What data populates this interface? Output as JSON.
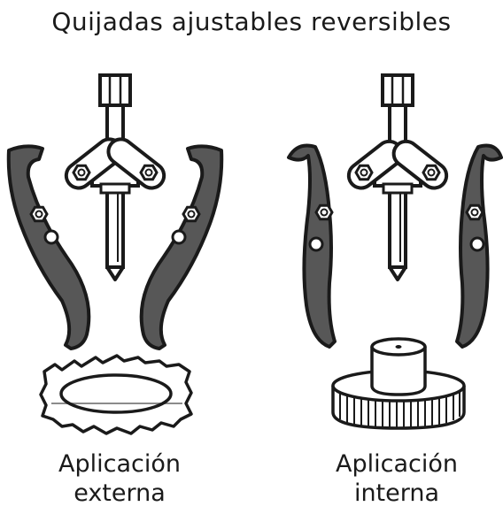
{
  "title": "Quijadas ajustables reversibles",
  "panels": [
    {
      "caption_line1": "Aplicación",
      "caption_line2": "externa"
    },
    {
      "caption_line1": "Aplicación",
      "caption_line2": "interna"
    }
  ],
  "colors": {
    "jaw": "#575757",
    "outline": "#1a1a1a",
    "background": "#ffffff"
  }
}
